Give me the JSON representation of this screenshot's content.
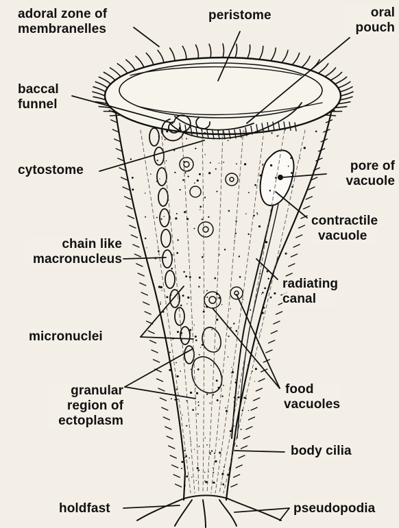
{
  "colors": {
    "ink": "#111111",
    "paper": "#f3efe6",
    "faded_text": "#d9d3c6"
  },
  "labels": {
    "adoral_zone": [
      "adoral zone of",
      "membranelles"
    ],
    "peristome": "peristome",
    "oral_pouch": [
      "oral",
      "pouch"
    ],
    "baccal_funnel": [
      "baccal",
      "funnel"
    ],
    "cytostome": "cytostome",
    "pore_of_vacuole": [
      "pore of",
      "vacuole"
    ],
    "contractile_vacuole": [
      "contractile",
      "vacuole"
    ],
    "chain_macronucleus": [
      "chain like",
      "macronucleus"
    ],
    "radiating_canal": [
      "radiating",
      "canal"
    ],
    "micronuclei": "micronuclei",
    "food_vacuoles": [
      "food",
      "vacuoles"
    ],
    "granular_region": [
      "granular",
      "region of",
      "ectoplasm"
    ],
    "body_cilia": "body cilia",
    "holdfast": "holdfast",
    "pseudopodia": "pseudopodia"
  }
}
